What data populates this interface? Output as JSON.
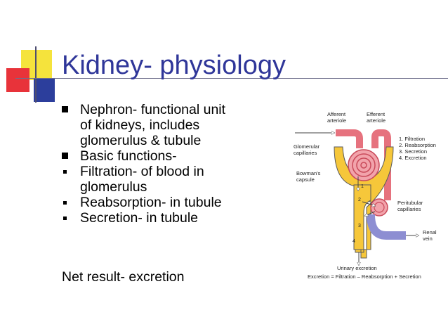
{
  "slide": {
    "title": "Kidney- physiology",
    "bullets": [
      {
        "marker": "square",
        "text_lines": [
          "Nephron- functional unit",
          "of kidneys, includes",
          "glomerulus & tubule"
        ]
      },
      {
        "marker": "square",
        "text_lines": [
          "Basic functions-"
        ]
      },
      {
        "marker": "dot",
        "text_lines": [
          "Filtration- of blood in",
          "glomerulus"
        ]
      },
      {
        "marker": "dot",
        "text_lines": [
          "Reabsorption- in tubule"
        ]
      },
      {
        "marker": "dot",
        "text_lines": [
          "Secretion- in tubule"
        ]
      }
    ],
    "net_result": "Net result- excretion"
  },
  "diagram": {
    "labels": {
      "afferent": [
        "Afferent",
        "arteriole"
      ],
      "efferent": [
        "Efferent",
        "arteriole"
      ],
      "glomerular": [
        "Glomerular",
        "capillaries"
      ],
      "bowmans": [
        "Bowman's",
        "capsule"
      ],
      "peritubular": [
        "Peritubular",
        "capillaries"
      ],
      "renal_vein": [
        "Renal",
        "vein"
      ],
      "urinary": "Urinary excretion",
      "equation": "Excretion = Filtration – Reabsorption + Secretion"
    },
    "process_list": [
      "1. Filtration",
      "2. Reabsorption",
      "3. Secretion",
      "4. Excretion"
    ],
    "step_numbers": [
      "1",
      "2",
      "3",
      "4"
    ]
  },
  "colors": {
    "title": "#2f3699",
    "deco_yellow": "#f5e33c",
    "deco_red": "#e8333a",
    "deco_blue": "#2c3e9c",
    "artery_red": "#e6727e",
    "capsule_yellow": "#f6c73a",
    "vein_blue": "#8d8ed2"
  }
}
